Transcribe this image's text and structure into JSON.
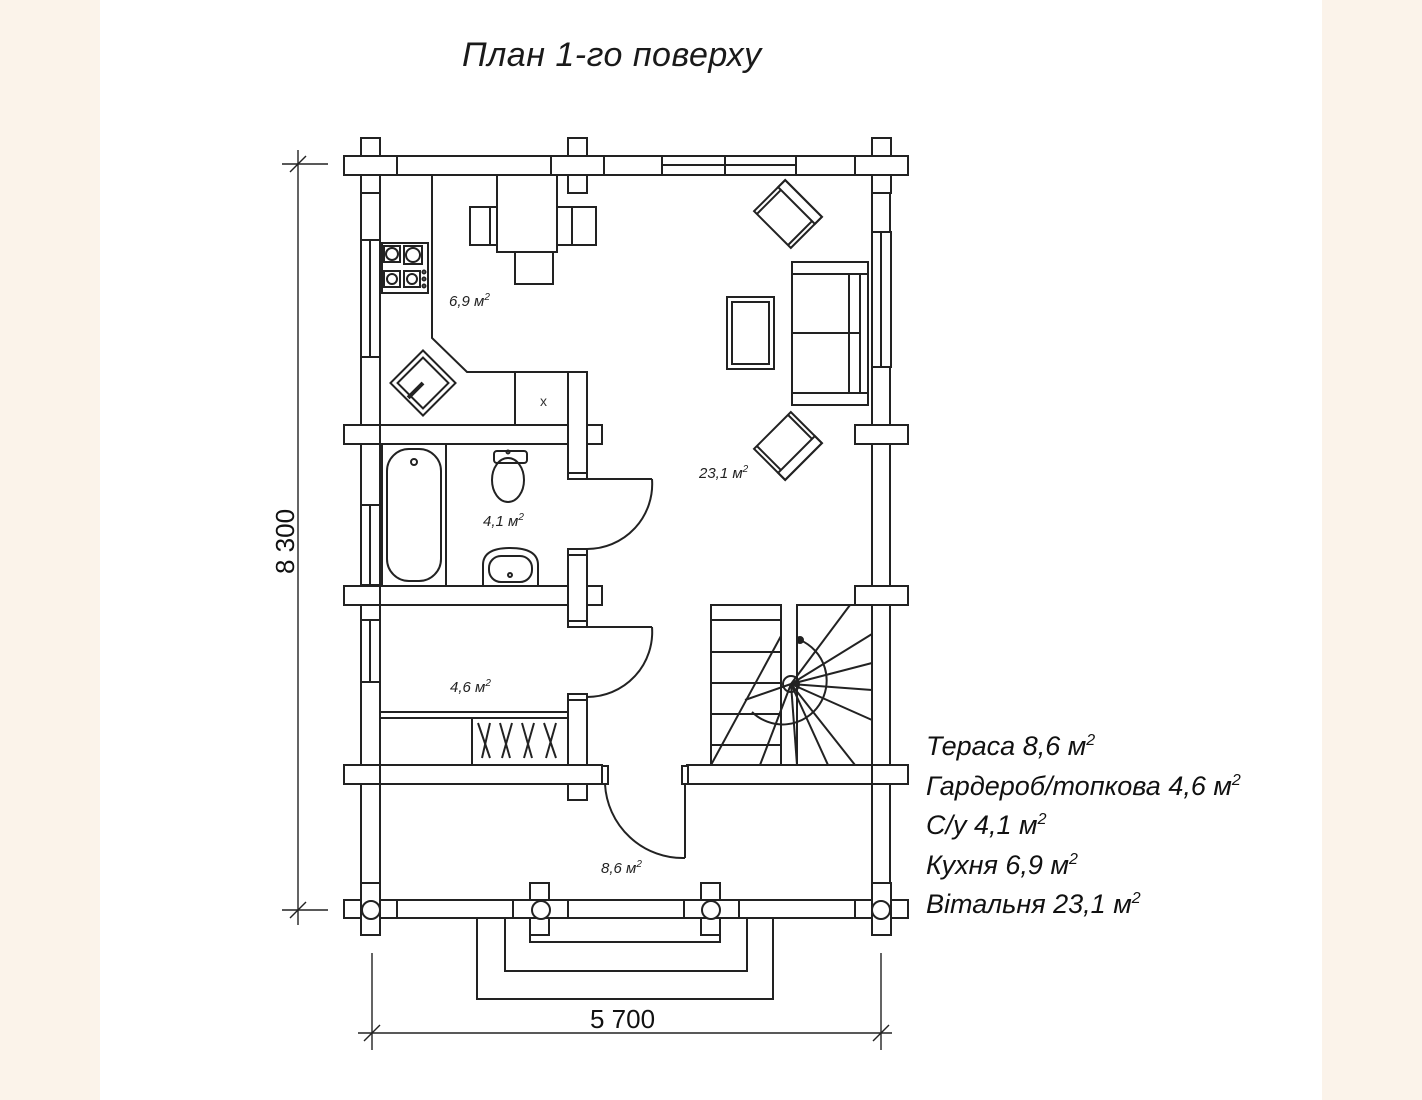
{
  "title": "План 1-го поверху",
  "dimensions": {
    "height": "8 300",
    "width": "5 700"
  },
  "room_areas": {
    "kitchen": "6,9 м",
    "living": "23,1 м",
    "bathroom": "4,1 м",
    "wardrobe": "4,6 м",
    "terrace": "8,6 м",
    "sup": "2",
    "appliance_mark": "x"
  },
  "legend": [
    {
      "name": "Тераса",
      "value": "8,6 м",
      "sup": "2"
    },
    {
      "name": "Гардероб/топкова",
      "value": "4,6 м",
      "sup": "2"
    },
    {
      "name": "С/у",
      "value": "4,1 м",
      "sup": "2"
    },
    {
      "name": "Кухня",
      "value": "6,9 м",
      "sup": "2"
    },
    {
      "name": "Вітальня",
      "value": "23,1 м",
      "sup": "2"
    }
  ]
}
